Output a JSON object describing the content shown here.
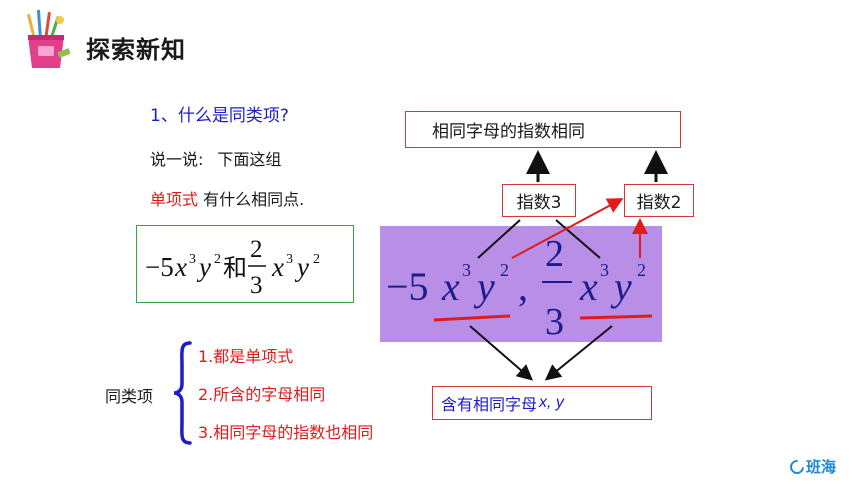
{
  "header": {
    "title": "探索新知"
  },
  "question": {
    "label": "1、什么是同类项?"
  },
  "prompt": {
    "line1_a": "说一说:",
    "line1_b": "下面这组",
    "line2_red": "单项式",
    "line2_rest": " 有什么相同点."
  },
  "formula_left": {
    "coef": "−5",
    "x": "x",
    "x_exp": "3",
    "y": "y",
    "y_exp": "2",
    "conj": "和",
    "num": "2",
    "den": "3",
    "x2": "x",
    "x2_exp": "3",
    "y2": "y",
    "y2_exp": "2"
  },
  "panel_formula": {
    "coef": "−5",
    "x": "x",
    "x_exp": "3",
    "y": "y",
    "y_exp": "2",
    "sep": ",",
    "num": "2",
    "den": "3",
    "x2": "x",
    "x2_exp": "3",
    "y2": "y",
    "y2_exp": "2"
  },
  "boxes": {
    "top": "相同字母的指数相同",
    "exp3": "指数3",
    "exp2": "指数2",
    "bottom_text": "含有相同字母",
    "bottom_vars": "x, y"
  },
  "summary": {
    "label": "同类项",
    "item1_prefix": "1.都是",
    "item1_red": "单项式",
    "item2_prefix": "2.所含的",
    "item2_red": "字母相同",
    "item3": "3.相同字母的指数也相同"
  },
  "brand": {
    "name": "班海"
  },
  "colors": {
    "blue_text": "#1c1ccc",
    "red_text": "#e01b1b",
    "panel": "#b98ee6",
    "formula_text": "#1c1c8c",
    "box_border": "#d23a3a"
  },
  "icons": {
    "logo": "pencil-cup-icon",
    "brace": "curly-brace-icon"
  }
}
